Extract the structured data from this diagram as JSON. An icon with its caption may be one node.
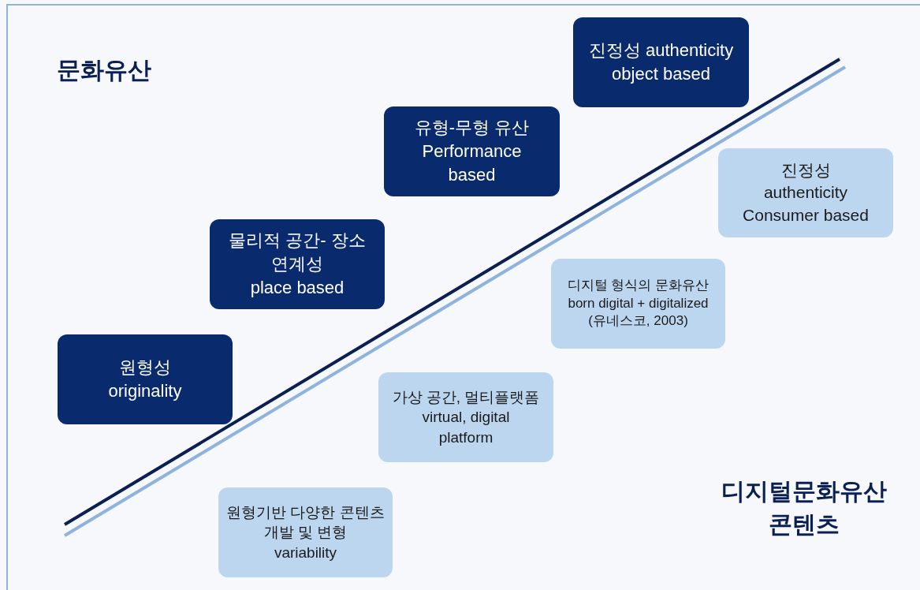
{
  "diagram": {
    "nodes": [
      {
        "text": [
          "진정성 authenticity",
          "object based"
        ]
      },
      {
        "text": [
          "유형-무형 유산",
          "Performance based"
        ]
      },
      {
        "text": [
          "물리적 공간- 장소 연계성",
          "place based"
        ]
      },
      {
        "text": [
          "원형성",
          "originality"
        ]
      },
      {
        "text": [
          "진정성",
          "authenticity",
          "Consumer based"
        ]
      },
      {
        "text": [
          "디지털 형식의 문화유산",
          "born digital + digitalized",
          "(유네스코, 2003)"
        ]
      },
      {
        "text": [
          "가상 공간, 멀티플랫폼",
          "virtual, digital platform"
        ]
      },
      {
        "text": [
          "원형기반 다양한 콘텐츠 개발 및 변형",
          "variability"
        ]
      }
    ],
    "labels": [
      "문화유산",
      "디지털문화유산 콘텐츠"
    ]
  }
}
